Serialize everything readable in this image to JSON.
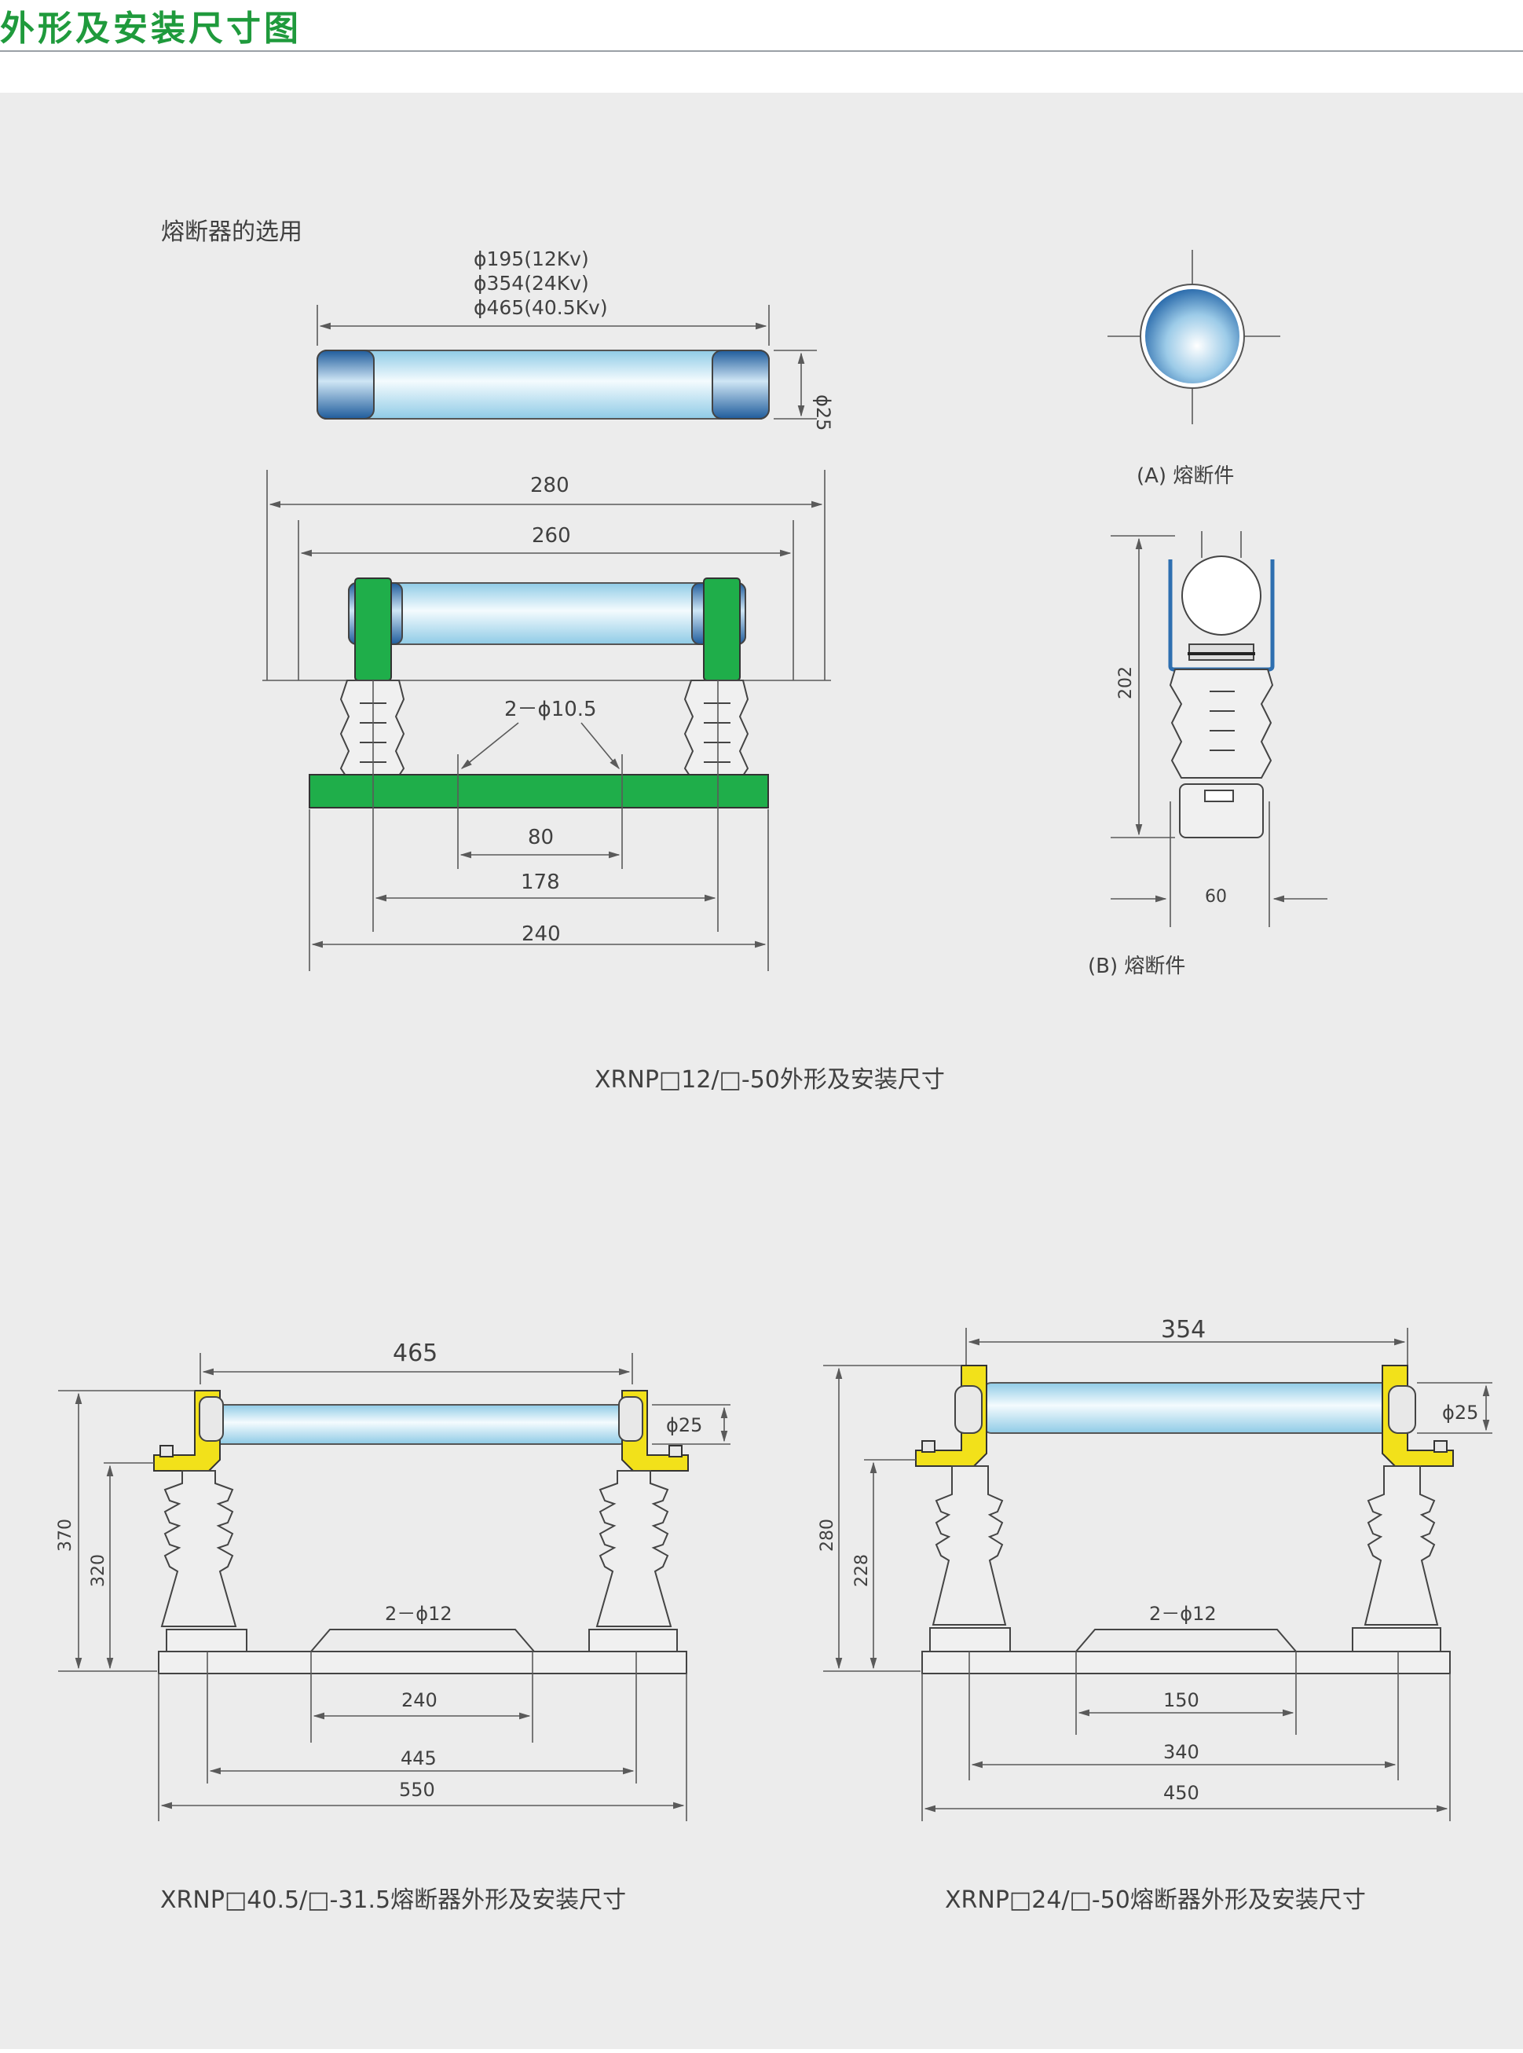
{
  "header": {
    "title": "外形及安装尺寸图"
  },
  "top_section": {
    "selection_label": "熔断器的选用",
    "fuse_lengths": [
      "ϕ195(12Kv)",
      "ϕ354(24Kv)",
      "ϕ465(40.5Kv)"
    ],
    "fuse_diameter": "ϕ25",
    "front_dims": {
      "d280": "280",
      "d260": "260",
      "holes": "2－ϕ10.5",
      "d80": "80",
      "d178": "178",
      "d240": "240"
    },
    "end_view_caption": "(A) 熔断件",
    "side_dims": {
      "d202": "202",
      "d60": "60"
    },
    "side_view_caption": "(B)  熔断件",
    "caption": "XRNP□12/□-50外形及安装尺寸"
  },
  "bottom_left": {
    "top_width": "465",
    "diameter": "ϕ25",
    "h370": "370",
    "h320": "320",
    "holes": "2－ϕ12",
    "w240": "240",
    "w445": "445",
    "w550": "550",
    "caption": "XRNP□40.5/□-31.5熔断器外形及安装尺寸"
  },
  "bottom_right": {
    "top_width": "354",
    "diameter": "ϕ25",
    "h280": "280",
    "h228": "228",
    "holes": "2－ϕ12",
    "w150": "150",
    "w340": "340",
    "w450": "450",
    "caption": "XRNP□24/□-50熔断器外形及安装尺寸"
  },
  "colors": {
    "title_green": "#1f9a3c",
    "base_green": "#1fae4a",
    "clamp_yellow": "#f2e11a",
    "tube_blue": "#bfe6f5",
    "cap_blue": "#2e6fb0"
  }
}
